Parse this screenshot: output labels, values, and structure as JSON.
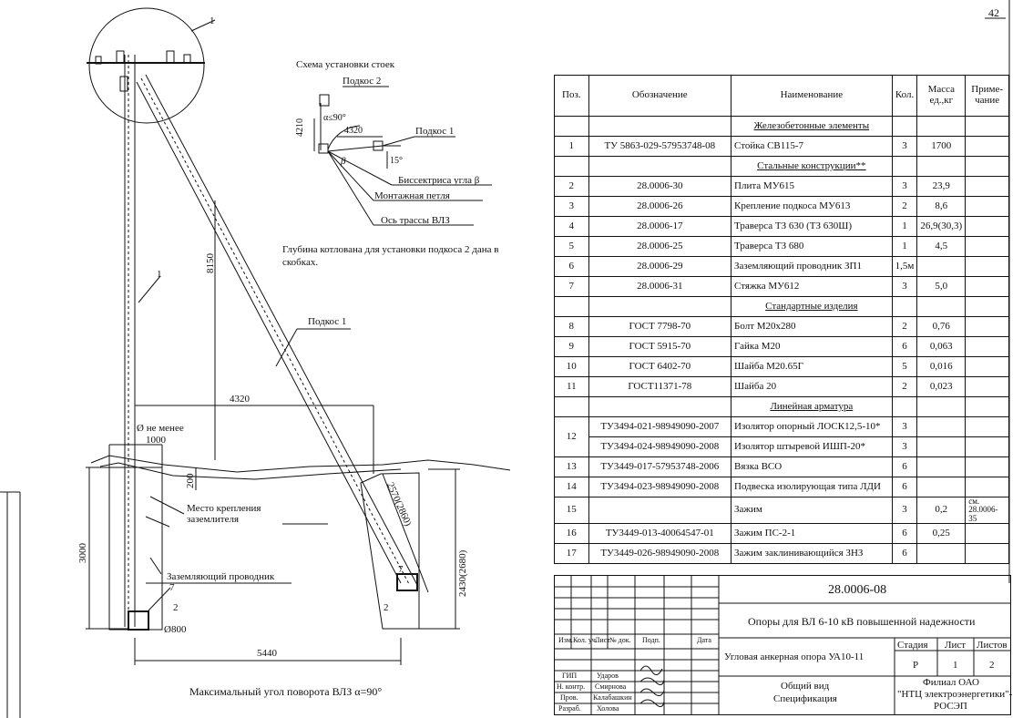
{
  "page_number": "42",
  "scheme": {
    "title": "Схема установки стоек",
    "brace2": "Подкос 2",
    "brace1": "Подкос 1",
    "angle_alpha": "α≤90°",
    "dim_4210": "4210",
    "dim_4320": "4320",
    "beta": "β",
    "angle_15": "15°",
    "bisector": "Биссектриса угла β",
    "loop": "Монтажная петля",
    "axis": "Ось трассы ВЛЗ",
    "note": "Глубина котлована для установки подкоса 2 дана в скобках."
  },
  "drawing": {
    "callout_1_top": "1",
    "callout_1_pole": "1",
    "dim_8150": "8150",
    "brace1_label": "Подкос 1",
    "dim_4320": "4320",
    "diam_label_1": "Ø не менее",
    "diam_label_2": "1000",
    "dim_200": "200",
    "attach_1": "Место крепления",
    "attach_2": "заземлителя",
    "dim_3000": "3000",
    "ground_cond": "Заземляющий проводник",
    "mark_7_left": "7",
    "mark_2_left": "2",
    "diam_800": "Ø800",
    "dim_5440": "5440",
    "dim_2570": "2570(2860)",
    "dim_2430": "2430(2680)",
    "mark_7_right": "7",
    "mark_2_right": "2",
    "max_angle": "Максимальный угол поворота ВЛЗ α=90°"
  },
  "spec": {
    "headers": {
      "pos": "Поз.",
      "designation": "Обозначение",
      "name": "Наименование",
      "qty": "Кол.",
      "mass": "Масса ед.,кг",
      "note": "Приме-чание"
    },
    "sections": {
      "concrete": "Железобетонные элементы",
      "steel": "Стальные конструкции**",
      "standard": "Стандартные изделия",
      "linear": "Линейная арматура"
    },
    "rows": [
      {
        "pos": "1",
        "designation": "ТУ 5863-029-57953748-08",
        "name": "Стойка СВ115-7",
        "qty": "3",
        "mass": "1700",
        "note": ""
      },
      {
        "pos": "2",
        "designation": "28.0006-30",
        "name": "Плита МУ615",
        "qty": "3",
        "mass": "23,9",
        "note": ""
      },
      {
        "pos": "3",
        "designation": "28.0006-26",
        "name": "Крепление подкоса МУ613",
        "qty": "2",
        "mass": "8,6",
        "note": ""
      },
      {
        "pos": "4",
        "designation": "28.0006-17",
        "name": "Траверса ТЗ 630 (ТЗ 630Ш)",
        "qty": "1",
        "mass": "26,9(30,3)",
        "note": ""
      },
      {
        "pos": "5",
        "designation": "28.0006-25",
        "name": "Траверса ТЗ 680",
        "qty": "1",
        "mass": "4,5",
        "note": ""
      },
      {
        "pos": "6",
        "designation": "28.0006-29",
        "name": "Заземляющий проводник ЗП1",
        "qty": "1,5м",
        "mass": "",
        "note": ""
      },
      {
        "pos": "7",
        "designation": "28.0006-31",
        "name": "Стяжка  МУ612",
        "qty": "3",
        "mass": "5,0",
        "note": ""
      },
      {
        "pos": "8",
        "designation": "ГОСТ 7798-70",
        "name": "Болт М20х280",
        "qty": "2",
        "mass": "0,76",
        "note": ""
      },
      {
        "pos": "9",
        "designation": "ГОСТ 5915-70",
        "name": "Гайка М20",
        "qty": "6",
        "mass": "0,063",
        "note": ""
      },
      {
        "pos": "10",
        "designation": "ГОСТ 6402-70",
        "name": "Шайба М20.65Г",
        "qty": "5",
        "mass": "0,016",
        "note": ""
      },
      {
        "pos": "11",
        "designation": "ГОСТ11371-78",
        "name": "Шайба 20",
        "qty": "2",
        "mass": "0,023",
        "note": ""
      },
      {
        "pos": "12",
        "designation": "ТУ3494-021-98949090-2007",
        "name": "Изолятор опорный ЛОСК12,5-10*",
        "qty": "3",
        "mass": "",
        "note": ""
      },
      {
        "pos": "",
        "designation": "ТУ3494-024-98949090-2008",
        "name": "Изолятор штыревой ИШП-20*",
        "qty": "3",
        "mass": "",
        "note": ""
      },
      {
        "pos": "13",
        "designation": "ТУ3449-017-57953748-2006",
        "name": "Вязка ВСО",
        "qty": "6",
        "mass": "",
        "note": ""
      },
      {
        "pos": "14",
        "designation": "ТУ3494-023-98949090-2008",
        "name": "Подвеска изолирующая типа ЛДИ",
        "qty": "6",
        "mass": "",
        "note": ""
      },
      {
        "pos": "15",
        "designation": "",
        "name": "Зажим",
        "qty": "3",
        "mass": "0,2",
        "note": "см. 28.0006-35"
      },
      {
        "pos": "16",
        "designation": "ТУ3449-013-40064547-01",
        "name": "Зажим ПС-2-1",
        "qty": "6",
        "mass": "0,25",
        "note": ""
      },
      {
        "pos": "17",
        "designation": "ТУ3449-026-98949090-2008",
        "name": "Зажим заклинивающийся ЗНЗ",
        "qty": "6",
        "mass": "",
        "note": ""
      }
    ]
  },
  "title_block": {
    "code": "28.0006-08",
    "project": "Опоры для ВЛ 6-10 кВ повышенной надежности",
    "object": "Угловая анкерная опора УА10-11",
    "sheet_title_1": "Общий вид",
    "sheet_title_2": "Спецификация",
    "stage_h": "Стадия",
    "sheet_h": "Лист",
    "sheets_h": "Листов",
    "stage": "Р",
    "sheet": "1",
    "sheets": "2",
    "org_1": "Филиал ОАО",
    "org_2": "\"НТЦ электроэнергетики\"-",
    "org_3": "РОСЭП",
    "cols": {
      "izm": "Изм.",
      "kol": "Кол. уч.",
      "list": "Лист",
      "ndok": "№ док.",
      "podp": "Подп.",
      "data": "Дата"
    },
    "roles": [
      {
        "role": "ГИП",
        "name": "Ударов"
      },
      {
        "role": "Н. контр.",
        "name": "Смирнова"
      },
      {
        "role": "Пров.",
        "name": "Калабашкин"
      },
      {
        "role": "Разраб.",
        "name": "Холова"
      }
    ]
  }
}
